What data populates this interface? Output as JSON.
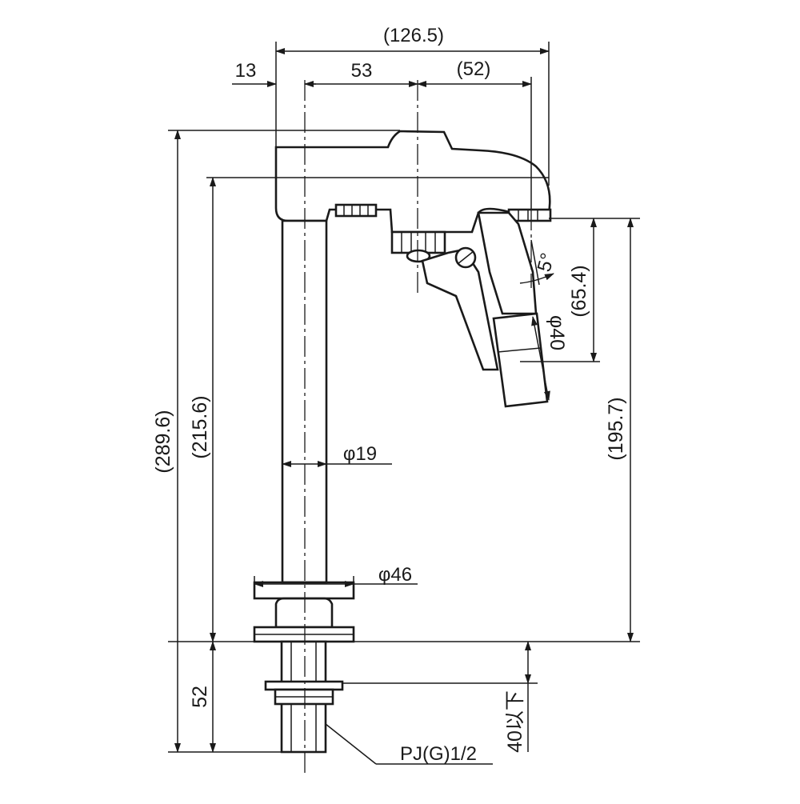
{
  "drawing": {
    "subject": "faucet",
    "units": "mm"
  },
  "dimensions": {
    "overall_width": "(126.5)",
    "wall_offset": "13",
    "spout_to_center": "53",
    "spout_reach": "(52)",
    "overall_height": "(289.6)",
    "deck_to_spout_top": "(215.6)",
    "deck_to_outlet": "(195.7)",
    "outlet_drop": "(65.4)",
    "tailpiece_length": "52",
    "counter_thickness_max": "40以下",
    "pipe_diameter": "φ19",
    "base_diameter": "φ46",
    "outlet_diameter": "φ40",
    "tilt_angle": "5°",
    "thread_spec": "PJ(G)1/2"
  }
}
